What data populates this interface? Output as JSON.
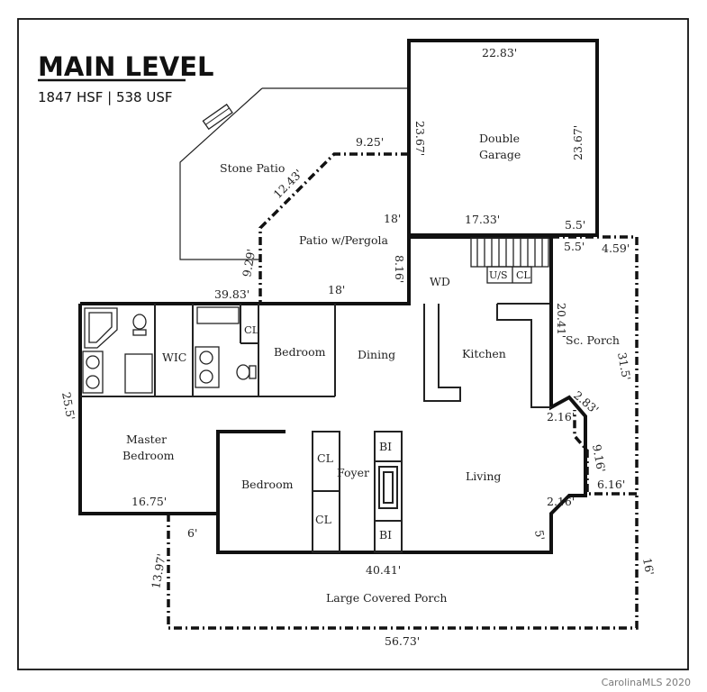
{
  "header": {
    "title": "MAIN LEVEL",
    "subtitle": "1847 HSF  |  538 USF"
  },
  "rooms": {
    "stone_patio": "Stone Patio",
    "patio_pergola": "Patio w/Pergola",
    "garage_line1": "Double",
    "garage_line2": "Garage",
    "wd": "WD",
    "us": "U/S",
    "cl": "CL",
    "wic": "WIC",
    "bedroom": "Bedroom",
    "dining": "Dining",
    "kitchen": "Kitchen",
    "sc_porch": "Sc. Porch",
    "master_line1": "Master",
    "master_line2": "Bedroom",
    "foyer": "Foyer",
    "living": "Living",
    "bi": "BI",
    "large_porch": "Large Covered Porch"
  },
  "dimensions": {
    "garage_top": "22.83'",
    "garage_left": "23.67'",
    "garage_right": "23.67'",
    "garage_bottom": "17.33'",
    "garage_corner": "5.5'",
    "patio_top": "9.25'",
    "patio_diag": "12.43'",
    "pergola_right": "18'",
    "pergola_side": "8.16'",
    "pergola_bottom": "18'",
    "stone_side": "9.29'",
    "main_top": "39.83'",
    "porch_top_left": "5.5'",
    "porch_top_right": "4.59'",
    "sc_porch_left": "20.41'",
    "sc_porch_right": "31.5'",
    "bay_diag": "2.83'",
    "bay_top": "2.16'",
    "bay_side": "9.16'",
    "bay_bottom": "2.16'",
    "porch_step": "6.16'",
    "master_side": "25.5'",
    "master_bottom": "16.75'",
    "porch_left_short": "6'",
    "porch_right_short": "5'",
    "porch_left": "13.97'",
    "porch_inner_top": "40.41'",
    "porch_right": "16'",
    "porch_bottom": "56.73'"
  },
  "credit": "CarolinaMLS 2020",
  "colors": {
    "ink": "#111111",
    "credit": "#7a7a7a",
    "background": "#ffffff"
  }
}
